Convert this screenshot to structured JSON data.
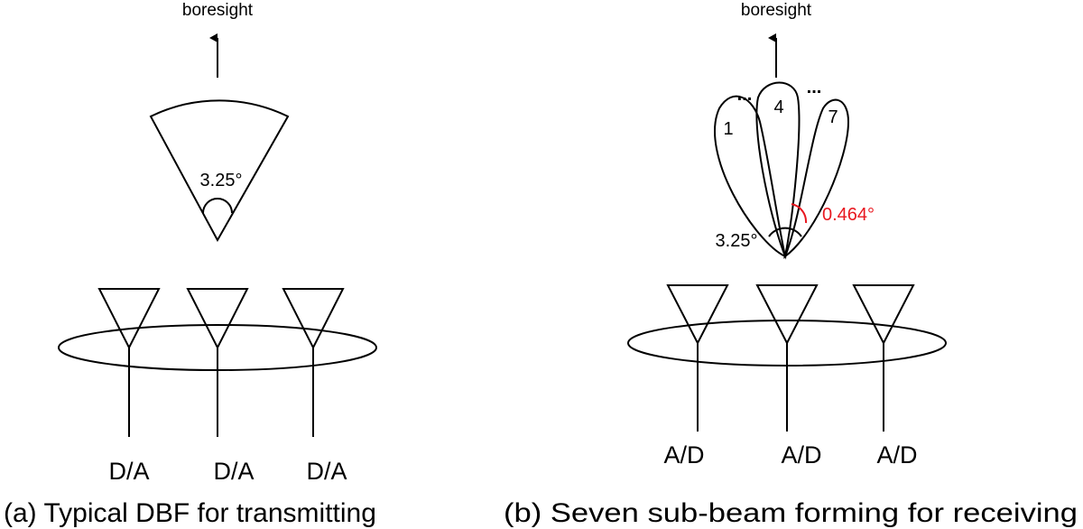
{
  "panel_a": {
    "boresight_label": "boresight",
    "angle_label": "3.25°",
    "converter_labels": [
      "D/A",
      "D/A",
      "D/A"
    ],
    "caption": "(a) Typical DBF for transmitting"
  },
  "panel_b": {
    "boresight_label": "boresight",
    "beam_labels": [
      "1",
      "4",
      "7"
    ],
    "ellipsis_left": "...",
    "ellipsis_right": "...",
    "total_angle_label": "3.25°",
    "sub_angle_label": "0.464°",
    "converter_labels": [
      "A/D",
      "A/D",
      "A/D"
    ],
    "caption": "(b) Seven sub-beam forming for receiving"
  },
  "colors": {
    "line": "#000000",
    "highlight": "#e8171f"
  }
}
